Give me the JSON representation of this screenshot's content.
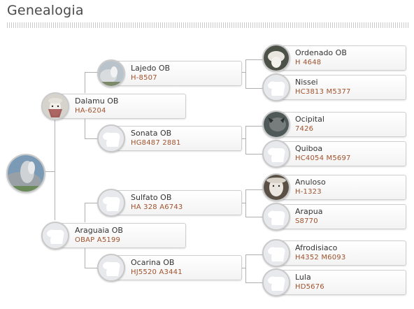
{
  "page": {
    "title": "Genealogia"
  },
  "pedigree": {
    "subject": {
      "photo": "bull-photo"
    },
    "sire": {
      "name": "Dalamu OB",
      "code": "HA-6204",
      "photo": "bull-photo"
    },
    "dam": {
      "name": "Araguaia OB",
      "code": "OBAP A5199",
      "photo": "placeholder-cow-icon"
    },
    "sire_sire": {
      "name": "Lajedo OB",
      "code": "H-8507",
      "photo": "bull-photo"
    },
    "sire_dam": {
      "name": "Sonata OB",
      "code": "HG8487 2881",
      "photo": "placeholder-cow-icon"
    },
    "dam_sire": {
      "name": "Sulfato OB",
      "code": "HA 328 A6743",
      "photo": "placeholder-cow-icon"
    },
    "dam_dam": {
      "name": "Ocarina OB",
      "code": "HJ5520 A3441",
      "photo": "placeholder-cow-icon"
    },
    "g3": [
      {
        "name": "Ordenado OB",
        "code": "H 4648",
        "photo": "bull-photo"
      },
      {
        "name": "Nissei",
        "code": "HC3813 M5377",
        "photo": "placeholder-cow-icon"
      },
      {
        "name": "Ocipital",
        "code": "7426",
        "photo": "bull-photo"
      },
      {
        "name": "Quiboa",
        "code": "HC4054 M5697",
        "photo": "placeholder-cow-icon"
      },
      {
        "name": "Anuloso",
        "code": "H-1323",
        "photo": "bull-photo"
      },
      {
        "name": "Arapua",
        "code": "S8770",
        "photo": "placeholder-cow-icon"
      },
      {
        "name": "Afrodisiaco",
        "code": "H4352 M6093",
        "photo": "placeholder-cow-icon"
      },
      {
        "name": "Lula",
        "code": "HD5676",
        "photo": "placeholder-cow-icon"
      }
    ]
  },
  "colors": {
    "code_text": "#a0522d",
    "name_text": "#333333",
    "connector": "#b0b0b0",
    "card_border": "#cfcfcf"
  }
}
